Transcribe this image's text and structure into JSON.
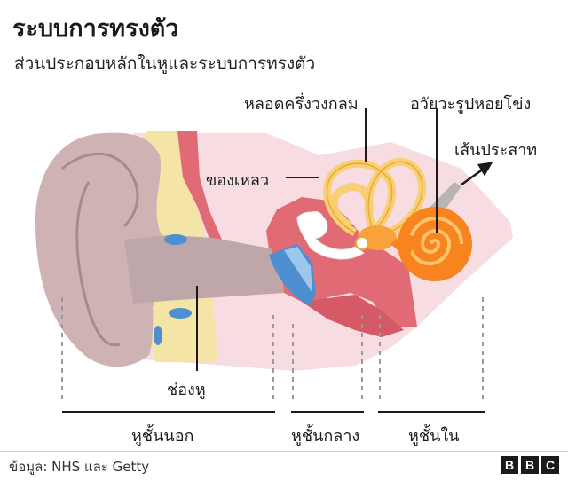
{
  "header": {
    "title": "ระบบการทรงตัว",
    "subtitle": "ส่วนประกอบหลักในหูและระบบการทรงตัว"
  },
  "labels": {
    "semicircular": "หลอดครึ่งวงกลม",
    "cochlea": "อวัยวะรูปหอยโข่ง",
    "nerve": "เส้นประสาท",
    "fluid": "ของเหลว",
    "canal": "ช่องหู"
  },
  "sections": {
    "outer": "หูชั้นนอก",
    "middle": "หูชั้นกลาง",
    "inner": "หูชั้นใน"
  },
  "footer": {
    "source": "ข้อมูล: NHS และ Getty",
    "logo_letters": [
      "B",
      "B",
      "C"
    ]
  },
  "colors": {
    "outer_ear": "#cfb3b4",
    "canal": "#bfa6a8",
    "tissue_pink": "#f7dde2",
    "bone_yellow": "#f4e4a6",
    "middle_red": "#e06b75",
    "eardrum_blue": "#4e8fd0",
    "cochlea_orange": "#f7841f",
    "semicircular_yellow": "#f9cf73"
  }
}
